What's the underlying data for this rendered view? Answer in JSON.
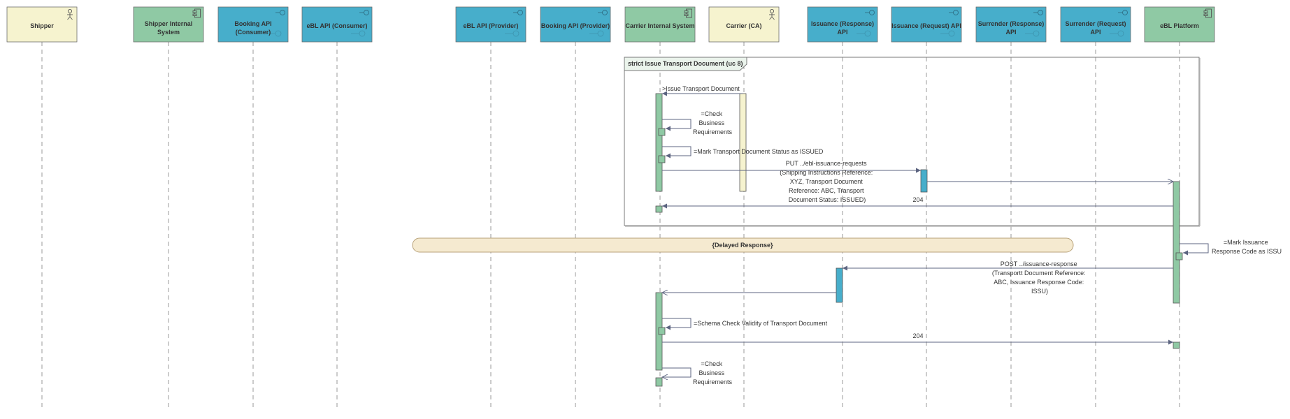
{
  "participants": [
    {
      "id": "shipper",
      "label": [
        "Shipper"
      ],
      "kind": "actor",
      "color": "#f6f3cf"
    },
    {
      "id": "shipper-internal",
      "label": [
        "Shipper Internal",
        "System"
      ],
      "kind": "component",
      "color": "#8fc9a4"
    },
    {
      "id": "booking-api-consumer",
      "label": [
        "Booking API",
        "(Consumer)"
      ],
      "kind": "interface",
      "color": "#47aecb"
    },
    {
      "id": "ebl-api-consumer",
      "label": [
        "eBL API (Consumer)"
      ],
      "kind": "interface",
      "color": "#47aecb"
    },
    {
      "id": "ebl-api-provider",
      "label": [
        "eBL API (Provider)"
      ],
      "kind": "interface",
      "color": "#47aecb"
    },
    {
      "id": "booking-api-provider",
      "label": [
        "Booking API (Provider)"
      ],
      "kind": "interface",
      "color": "#47aecb"
    },
    {
      "id": "carrier-internal",
      "label": [
        "Carrier Internal System"
      ],
      "kind": "component",
      "color": "#8fc9a4"
    },
    {
      "id": "carrier",
      "label": [
        "Carrier (CA)"
      ],
      "kind": "actor",
      "color": "#f6f3cf"
    },
    {
      "id": "issuance-response-api",
      "label": [
        "Issuance (Response)",
        "API"
      ],
      "kind": "interface",
      "color": "#47aecb"
    },
    {
      "id": "issuance-request-api",
      "label": [
        "Issuance (Request) API"
      ],
      "kind": "interface",
      "color": "#47aecb"
    },
    {
      "id": "surrender-response-api",
      "label": [
        "Surrender (Response)",
        "API"
      ],
      "kind": "interface",
      "color": "#47aecb"
    },
    {
      "id": "surrender-request-api",
      "label": [
        "Surrender (Request)",
        "API"
      ],
      "kind": "interface",
      "color": "#47aecb"
    },
    {
      "id": "ebl-platform",
      "label": [
        "eBL Platform"
      ],
      "kind": "component",
      "color": "#8fc9a4"
    }
  ],
  "fragment": {
    "label": "strict Issue Transport Document (uc 8)"
  },
  "delay_label": "{Delayed Response}",
  "messages": [
    {
      "id": "issue-transport-document",
      "text": [
        ">Issue Transport Document"
      ]
    },
    {
      "id": "check-business-requirements-1",
      "text": [
        "=Check",
        "Business",
        "Requirements"
      ]
    },
    {
      "id": "mark-status-issued",
      "text": [
        "=Mark Transport Document Status as ISSUED"
      ]
    },
    {
      "id": "put-ebl-issuance-requests",
      "text": [
        "PUT ../ebl-issuance-requests",
        "(Shipping Instructions Reference:",
        "XYZ, Transport Document",
        "Reference: ABC, Transport",
        "Document Status: ISSUED)"
      ]
    },
    {
      "id": "reply-204-1",
      "text": [
        "204"
      ]
    },
    {
      "id": "mark-issuance-response-code",
      "text": [
        "=Mark Issuance",
        "Response Code as ISSU"
      ]
    },
    {
      "id": "post-issuance-response",
      "text": [
        "POST ../issuance-response",
        "(Transportt Document Reference:",
        "ABC, Issuance Response Code:",
        "ISSU)"
      ]
    },
    {
      "id": "schema-check-validity",
      "text": [
        "=Schema Check Validity of Transport Document"
      ]
    },
    {
      "id": "reply-204-2",
      "text": [
        "204"
      ]
    },
    {
      "id": "check-business-requirements-2",
      "text": [
        "=Check",
        "Business",
        "Requirements"
      ]
    }
  ],
  "colors": {
    "line": "#5c6480",
    "lifeline": "#999999",
    "frame": "#7a7a7a",
    "fragment_tab": "#ebf4ec",
    "delay_fill": "#f5ead0",
    "delay_stroke": "#b8a27a",
    "green_activation": "#8fc9a4",
    "blue_activation": "#47aecb",
    "yellow_activation": "#f6f3cf"
  }
}
